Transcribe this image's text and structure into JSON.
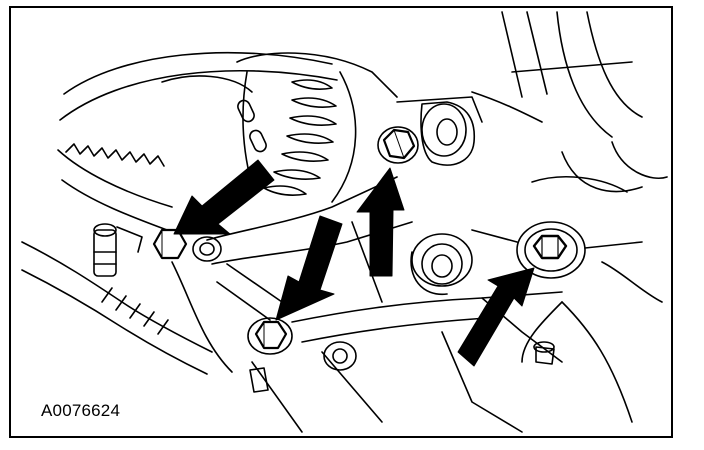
{
  "figure": {
    "id_label": "A0076624",
    "colors": {
      "line": "#000000",
      "background": "#ffffff",
      "arrow": "#000000"
    }
  },
  "callouts": [
    {
      "name": "callout-arrow-left-bolt",
      "target": "bolt-left"
    },
    {
      "name": "callout-arrow-lower-center-bolt",
      "target": "bolt-lower-center"
    },
    {
      "name": "callout-arrow-upper-center-bolt",
      "target": "bolt-upper-center"
    },
    {
      "name": "callout-arrow-right-bolt",
      "target": "bolt-right"
    }
  ]
}
